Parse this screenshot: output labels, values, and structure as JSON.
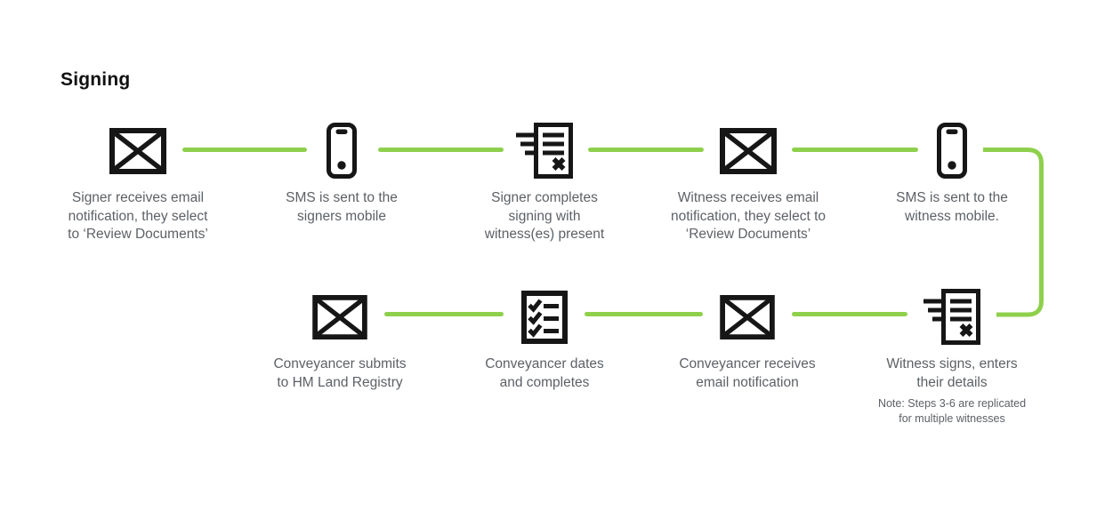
{
  "title": "Signing",
  "colors": {
    "accent_green": "#8ed04c",
    "icon_black": "#161616",
    "text_gray": "#5d6166",
    "title_black": "#111111"
  },
  "rows": {
    "top": [
      {
        "icon": "email-icon",
        "label": "Signer receives email\nnotification, they select\nto ‘Review Documents’"
      },
      {
        "icon": "phone-icon",
        "label": "SMS is sent to the\nsigners mobile"
      },
      {
        "icon": "document-sign-icon",
        "label": "Signer completes\nsigning with\nwitness(es) present"
      },
      {
        "icon": "email-icon",
        "label": "Witness receives email\nnotification, they select to\n‘Review Documents’"
      },
      {
        "icon": "phone-icon",
        "label": "SMS is sent to the\nwitness mobile."
      }
    ],
    "bottom": [
      {
        "icon": "email-icon",
        "label": "Conveyancer submits\nto HM Land Registry"
      },
      {
        "icon": "checklist-icon",
        "label": "Conveyancer dates\nand completes"
      },
      {
        "icon": "email-icon",
        "label": "Conveyancer receives\nemail notification"
      },
      {
        "icon": "document-sign-icon",
        "label": "Witness signs, enters\ntheir details",
        "note": "Note: Steps 3-6 are replicated\nfor multiple witnesses"
      }
    ]
  }
}
